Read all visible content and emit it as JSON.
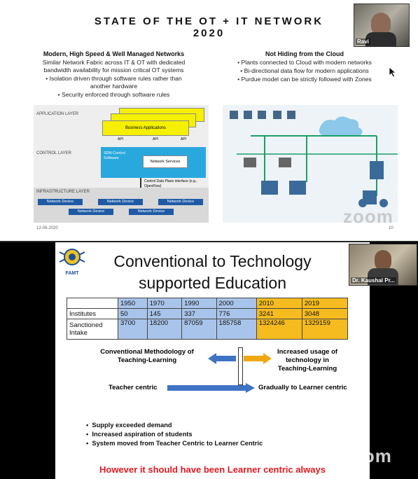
{
  "top_slide": {
    "title_line1": "STATE OF THE OT + IT NETWORK",
    "title_line2": "2020",
    "left_heading": "Modern, High Speed & Well Managed Networks",
    "left_line1": "Similar Network Fabric across IT & OT with dedicated",
    "left_line2": "bandwidth availability for mission critical OT systems",
    "left_bullet1a": "Isolation driven through software rules rather than",
    "left_bullet1b": "another hardware",
    "left_bullet2": "Security enforced through software rules",
    "right_heading": "Not Hiding from the Cloud",
    "right_bullet1": "Plants connected to Cloud with modern networks",
    "right_bullet2": "Bi-directional data flow for modern applications",
    "right_bullet3": "Purdue model can be strictly followed with Zones",
    "diagram": {
      "application_layer": "APPLICATION LAYER",
      "business_apps": "Business Applications",
      "control_layer": "CONTROL LAYER",
      "sdn_label": "SDN Control Software",
      "network_services": "Network Services",
      "api": "API",
      "control_plane": "Control Data Plane interface (e.g., OpenFlow)",
      "infrastructure_layer": "INFRASTRUCTURE LAYER",
      "network_device": "Network Device"
    },
    "date": "12-06-2020",
    "page_number": "10",
    "webcam_name": "Ravi",
    "zoom_watermark": "zoom"
  },
  "bottom_slide": {
    "logo_text": "FAMT",
    "title_line1": "Conventional to Technology",
    "title_line2": "supported Education",
    "table": {
      "header": [
        "",
        "1950",
        "1970",
        "1990",
        "2000",
        "2010",
        "2019"
      ],
      "rows": [
        [
          "Institutes",
          "50",
          "145",
          "337",
          "776",
          "3241",
          "3048"
        ],
        [
          "Sanctioned Intake",
          "3700",
          "18200",
          "87059",
          "185758",
          "1324246",
          "1329159"
        ]
      ]
    },
    "left_label_line1": "Conventional Methodology of",
    "left_label_line2": "Teaching-Learning",
    "right_label_line1": "Increased usage of",
    "right_label_line2": "technology in",
    "right_label_line3": "Teaching-Learning",
    "teacher_centric": "Teacher centric",
    "learner_centric": "Gradually to Learner centric",
    "bullets": [
      "Supply exceeded demand",
      "Increased aspiration of students",
      "System moved from Teacher Centric to Learner Centric"
    ],
    "conclusion": "However it should have been Learner centric always",
    "webcam_name": "Dr. Kaushal Pr...",
    "zoom_watermark": "zoom",
    "colors": {
      "blue_cell": "#a9c4ea",
      "orange_cell": "#f5bb1f",
      "conclusion_red": "#e3181f",
      "arrow_blue": "#3f74c4",
      "arrow_orange": "#f0a812"
    }
  }
}
